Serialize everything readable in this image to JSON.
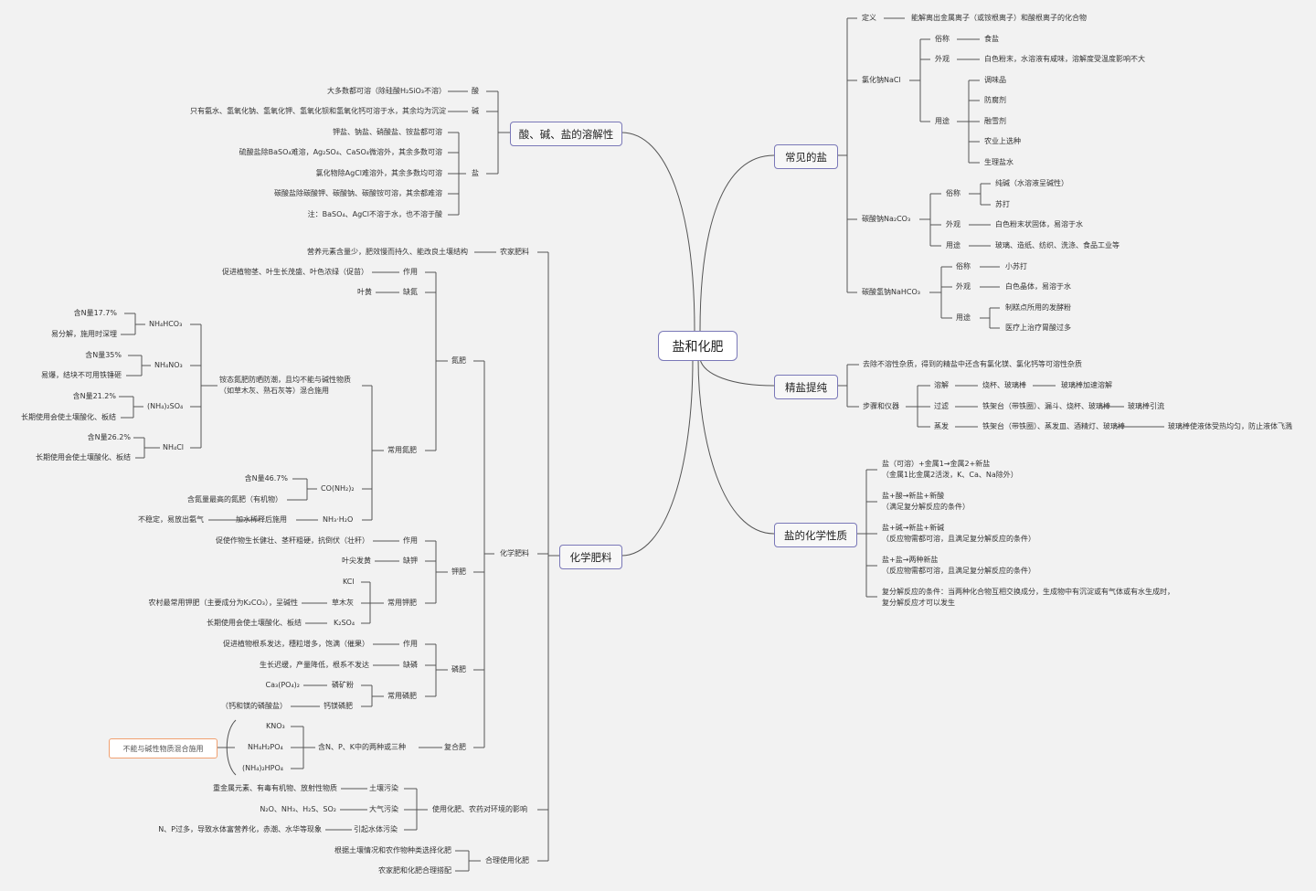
{
  "root": "盐和化肥",
  "branches": {
    "solubility": "酸、碱、盐的溶解性",
    "common_salts": "常见的盐",
    "purify": "精盐提纯",
    "salt_props": "盐的化学性质",
    "fertilizer": "化学肥料"
  },
  "solubility": {
    "acid": "酸",
    "acid_text": "大多数都可溶（除硅酸H₂SiO₃不溶）",
    "base": "碱",
    "base_text": "只有氨水、氢氧化钠、氢氧化钾、氢氧化钡和氢氧化钙可溶于水，其余均为沉淀",
    "salt": "盐",
    "salt_items": [
      "钾盐、钠盐、硝酸盐、铵盐都可溶",
      "硫酸盐除BaSO₄难溶，Ag₂SO₄、CaSO₄微溶外，其余多数可溶",
      "氯化物除AgCl难溶外，其余多数均可溶",
      "碳酸盐除碳酸钾、碳酸钠、碳酸铵可溶，其余都难溶",
      "注：BaSO₄、AgCl不溶于水，也不溶于酸"
    ]
  },
  "common_salts": {
    "def_label": "定义",
    "def_text": "能解离出金属离子（或铵根离子）和酸根离子的化合物",
    "nacl": "氯化钠NaCl",
    "nacl_alias_label": "俗称",
    "nacl_alias": "食盐",
    "nacl_look_label": "外观",
    "nacl_look": "白色粉末，水溶液有咸味，溶解度受温度影响不大",
    "nacl_use_label": "用途",
    "nacl_uses": [
      "调味品",
      "防腐剂",
      "融雪剂",
      "农业上选种",
      "生理盐水"
    ],
    "na2co3": "碳酸钠Na₂CO₃",
    "na2co3_alias_label": "俗称",
    "na2co3_alias": [
      "纯碱（水溶液呈碱性）",
      "苏打"
    ],
    "na2co3_look_label": "外观",
    "na2co3_look": "白色粉末状固体，易溶于水",
    "na2co3_use_label": "用途",
    "na2co3_use": "玻璃、造纸、纺织、洗涤、食品工业等",
    "nahco3": "碳酸氢钠NaHCO₃",
    "nahco3_alias_label": "俗称",
    "nahco3_alias": "小苏打",
    "nahco3_look_label": "外观",
    "nahco3_look": "白色晶体，易溶于水",
    "nahco3_use_label": "用途",
    "nahco3_uses": [
      "制糕点所用的发酵粉",
      "医疗上治疗胃酸过多"
    ]
  },
  "purify": {
    "goal": "去除不溶性杂质，得到的精盐中还含有氯化镁、氯化钙等可溶性杂质",
    "steps_label": "步骤和仪器",
    "dissolve": "溶解",
    "dissolve_tools": "烧杯、玻璃棒",
    "dissolve_note": "玻璃棒加速溶解",
    "filter": "过滤",
    "filter_tools": "铁架台（带铁圈）、漏斗、烧杯、玻璃棒",
    "filter_note": "玻璃棒引流",
    "evaporate": "蒸发",
    "evaporate_tools": "铁架台（带铁圈）、蒸发皿、酒精灯、玻璃棒",
    "evaporate_note": "玻璃棒使液体受热均匀，防止液体飞溅"
  },
  "salt_props": {
    "p1a": "盐（可溶）+金属1→金属2+新盐",
    "p1b": "（金属1比金属2活泼，K、Ca、Na除外）",
    "p2a": "盐+酸→新盐+新酸",
    "p2b": "（满足复分解反应的条件）",
    "p3a": "盐+碱→新盐+新碱",
    "p3b": "（反应物需都可溶，且满足复分解反应的条件）",
    "p4a": "盐+盐→两种新盐",
    "p4b": "（反应物需都可溶，且满足复分解反应的条件）",
    "p5a": "复分解反应的条件：当两种化合物互相交换成分，生成物中有沉淀或有气体或有水生成时，",
    "p5b": "复分解反应才可以发生"
  },
  "fertilizer": {
    "farm": "农家肥料",
    "farm_text": "营养元素含量少，肥效慢而持久、能改良土壤结构",
    "chem": "化学肥料",
    "n": "氮肥",
    "n_effect_label": "作用",
    "n_effect": "促进植物茎、叶生长茂盛、叶色浓绿（促苗）",
    "n_lack_label": "缺氮",
    "n_lack": "叶黄",
    "n_common": "常用氮肥",
    "ammonium_note1": "铵态氮肥防晒防潮，且均不能与碱性物质",
    "ammonium_note2": "（如草木灰、熟石灰等）混合施用",
    "nh4hco3": "NH₄HCO₃",
    "nh4hco3_n": "含N量17.7%",
    "nh4hco3_p": "易分解，施用时深埋",
    "nh4no3": "NH₄NO₃",
    "nh4no3_n": "含N量35%",
    "nh4no3_p": "易爆，结块不可用铁锤砸",
    "nh42so4": "(NH₄)₂SO₄",
    "nh42so4_n": "含N量21.2%",
    "nh42so4_p": "长期使用会使土壤酸化、板结",
    "nh4cl": "NH₄Cl",
    "nh4cl_n": "含N量26.2%",
    "nh4cl_p": "长期使用会使土壤酸化、板结",
    "urea": "CO(NH₂)₂",
    "urea_n": "含N量46.7%",
    "urea_p": "含氮量最高的氮肥（有机物）",
    "nh3": "NH₃·H₂O",
    "nh3_use": "加水稀释后施用",
    "nh3_p": "不稳定，易放出氨气",
    "k": "钾肥",
    "k_effect_label": "作用",
    "k_effect": "促使作物生长健壮、茎秆粗硬，抗倒伏（壮秆）",
    "k_lack_label": "缺钾",
    "k_lack": "叶尖发黄",
    "k_common": "常用钾肥",
    "kcl": "KCl",
    "ash": "草木灰",
    "ash_text": "农村最常用钾肥（主要成分为K₂CO₃），呈碱性",
    "k2so4": "K₂SO₄",
    "k2so4_text": "长期使用会使土壤酸化、板结",
    "p": "磷肥",
    "p_effect_label": "作用",
    "p_effect": "促进植物根系发达，穗粒增多，饱满（催果）",
    "p_lack_label": "缺磷",
    "p_lack": "生长迟缓，产量降低，根系不发达",
    "p_common": "常用磷肥",
    "rock": "磷矿粉",
    "rock_text": "Ca₃(PO₄)₂",
    "cmp": "钙镁磷肥",
    "cmp_text": "（钙和镁的磷酸盐）",
    "compound": "复合肥",
    "compound_desc": "含N、P、K中的两种或三种",
    "compound_items": [
      "KNO₃",
      "NH₄H₂PO₄",
      "(NH₄)₂HPO₄"
    ],
    "compound_note": "不能与碱性物质混合施用",
    "env": "使用化肥、农药对环境的影响",
    "soil": "土壤污染",
    "soil_text": "重金属元素、有毒有机物、放射性物质",
    "air": "大气污染",
    "air_text": "N₂O、NH₃、H₂S、SO₂",
    "water": "引起水体污染",
    "water_text": "N、P过多，导致水体富营养化，赤潮、水华等现象",
    "rational": "合理使用化肥",
    "rational_items": [
      "根据土壤情况和农作物种类选择化肥",
      "农家肥和化肥合理搭配"
    ]
  }
}
